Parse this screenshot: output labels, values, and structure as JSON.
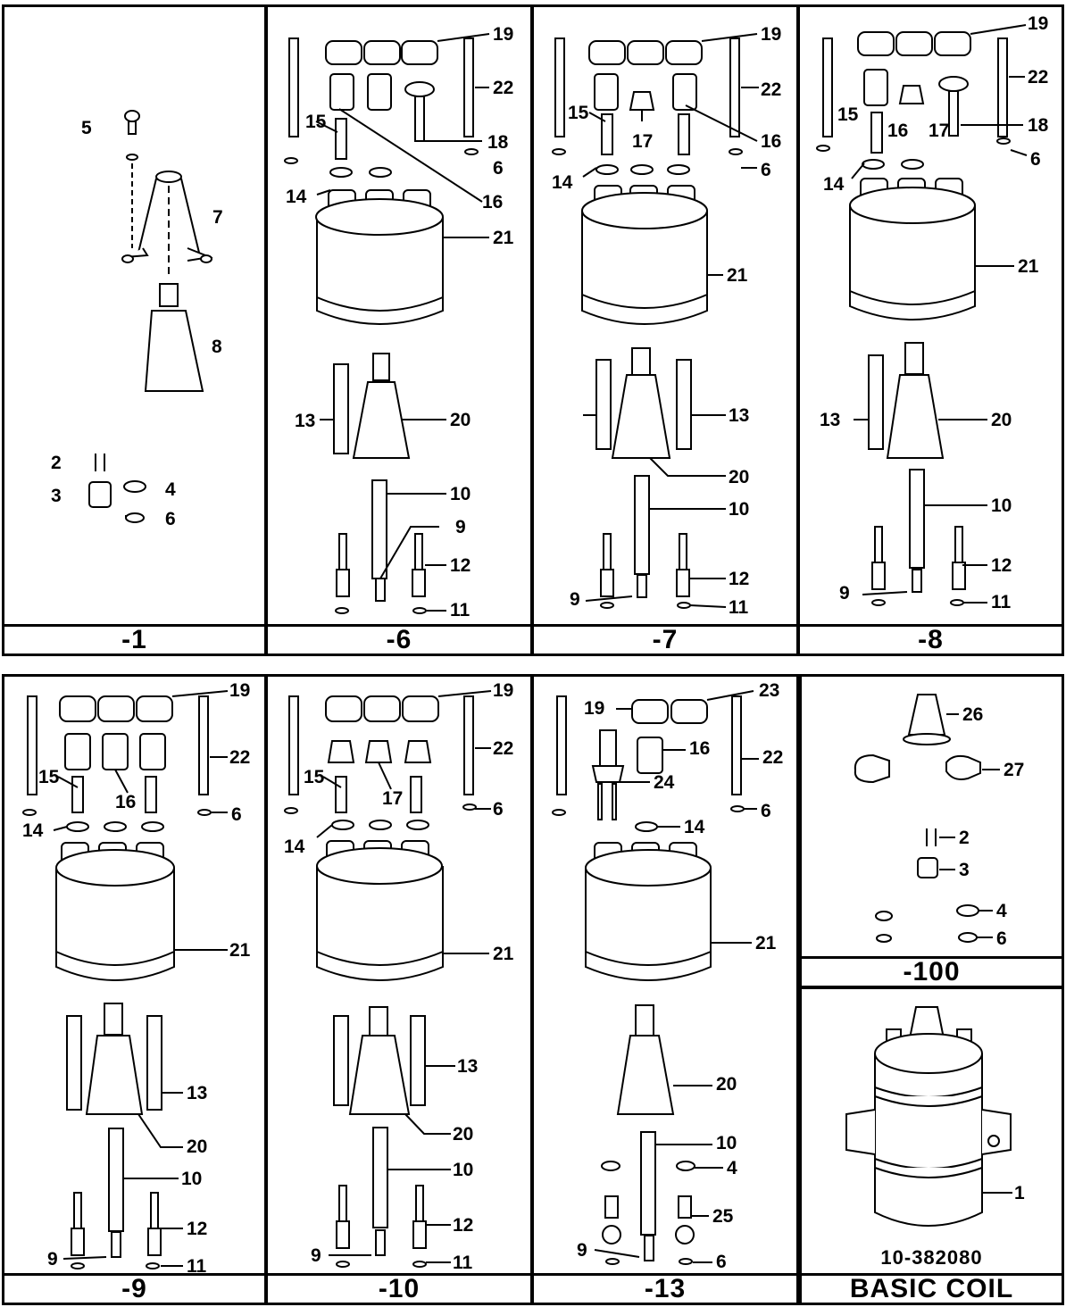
{
  "panels": {
    "p1": {
      "caption": "-1",
      "labels": [
        "5",
        "7",
        "8",
        "2",
        "3",
        "4",
        "6"
      ]
    },
    "p6": {
      "caption": "-6",
      "labels": [
        "19",
        "22",
        "15",
        "18",
        "6",
        "14",
        "16",
        "21",
        "13",
        "20",
        "10",
        "9",
        "12",
        "11"
      ]
    },
    "p7": {
      "caption": "-7",
      "labels": [
        "19",
        "22",
        "15",
        "17",
        "16",
        "6",
        "14",
        "21",
        "13",
        "20",
        "10",
        "12",
        "9",
        "11"
      ]
    },
    "p8": {
      "caption": "-8",
      "labels": [
        "19",
        "22",
        "15",
        "16",
        "17",
        "18",
        "6",
        "14",
        "21",
        "13",
        "20",
        "10",
        "12",
        "9",
        "11"
      ]
    },
    "p9": {
      "caption": "-9",
      "labels": [
        "19",
        "22",
        "15",
        "16",
        "6",
        "14",
        "21",
        "13",
        "20",
        "10",
        "12",
        "9",
        "11"
      ]
    },
    "p10": {
      "caption": "-10",
      "labels": [
        "19",
        "22",
        "15",
        "17",
        "6",
        "14",
        "21",
        "13",
        "20",
        "10",
        "12",
        "9",
        "11"
      ]
    },
    "p13": {
      "caption": "-13",
      "labels": [
        "19",
        "23",
        "16",
        "22",
        "24",
        "6",
        "14",
        "21",
        "20",
        "10",
        "4",
        "25",
        "9",
        "6"
      ]
    },
    "p100": {
      "caption": "-100",
      "labels": [
        "26",
        "27",
        "2",
        "3",
        "4",
        "6"
      ]
    },
    "basic": {
      "caption": "BASIC COIL",
      "part_number": "10-382080",
      "labels": [
        "1"
      ]
    }
  }
}
